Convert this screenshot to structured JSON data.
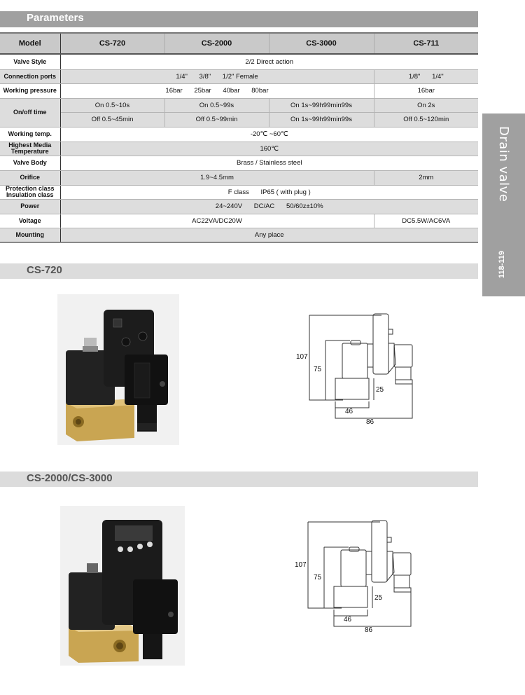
{
  "parameters": {
    "title": "Parameters",
    "header": {
      "label": "Model",
      "models": [
        "CS-720",
        "CS-2000",
        "CS-3000",
        "CS-711"
      ]
    },
    "rows": {
      "valve_style": {
        "label": "Valve Style",
        "all": "2/2 Direct action"
      },
      "connection_ports": {
        "label": "Connection ports",
        "cs720_3000": [
          "1/4\"",
          "3/8\"",
          "1/2\" Female"
        ],
        "cs711": [
          "1/8\"",
          "1/4\""
        ]
      },
      "working_pressure": {
        "label": "Working pressure",
        "cs720_3000": [
          "16bar",
          "25bar",
          "40bar",
          "80bar"
        ],
        "cs711": "16bar"
      },
      "on_off_time": {
        "label": "On/off time",
        "on": [
          "On 0.5~10s",
          "On 0.5~99s",
          "On 1s~99h99min99s",
          "On 2s"
        ],
        "off": [
          "Off 0.5~45min",
          "Off 0.5~99min",
          "On 1s~99h99min99s",
          "Off 0.5~120min"
        ]
      },
      "working_temp": {
        "label": "Working temp.",
        "all": "-20℃ ~60℃"
      },
      "highest_media_temp": {
        "label_line1": "Highest Media",
        "label_line2": "Temperature",
        "all": "160℃"
      },
      "valve_body": {
        "label": "Valve Body",
        "all": "Brass / Stainless steel"
      },
      "orifice": {
        "label": "Orifice",
        "cs720_3000": "1.9~4.5mm",
        "cs711": "2mm"
      },
      "protection_insulation": {
        "label_line1": "Protection class",
        "label_line2": "Insulation class",
        "all": [
          "F class",
          "IP65 ( with plug )"
        ]
      },
      "power": {
        "label": "Power",
        "all": [
          "24~240V",
          "DC/AC",
          "50/60z±10%"
        ]
      },
      "voltage": {
        "label": "Voltage",
        "cs720_3000": "AC22VA/DC20W",
        "cs711": "DC5.5W/AC6VA"
      },
      "mounting": {
        "label": "Mounting",
        "all": "Any place"
      }
    }
  },
  "side_tab": {
    "title": "Drain valve",
    "code": "118-119"
  },
  "sections": [
    {
      "title": "CS-720",
      "photo": "cs-720-product-photo",
      "dimensions": {
        "height_total": "107",
        "height_body": "75",
        "base_height": "25",
        "base_width": "46",
        "total_width": "86"
      }
    },
    {
      "title": "CS-2000/CS-3000",
      "photo": "cs-2000-3000-product-photo",
      "dimensions": {
        "height_total": "107",
        "height_body": "75",
        "base_height": "25",
        "base_width": "46",
        "total_width": "86"
      }
    }
  ],
  "colors": {
    "header_bar": "#a0a0a0",
    "row_shade": "#dddddd",
    "section_bar": "#dcdcdc",
    "brass": "#c9a75a",
    "housing": "#1e1e1e"
  }
}
